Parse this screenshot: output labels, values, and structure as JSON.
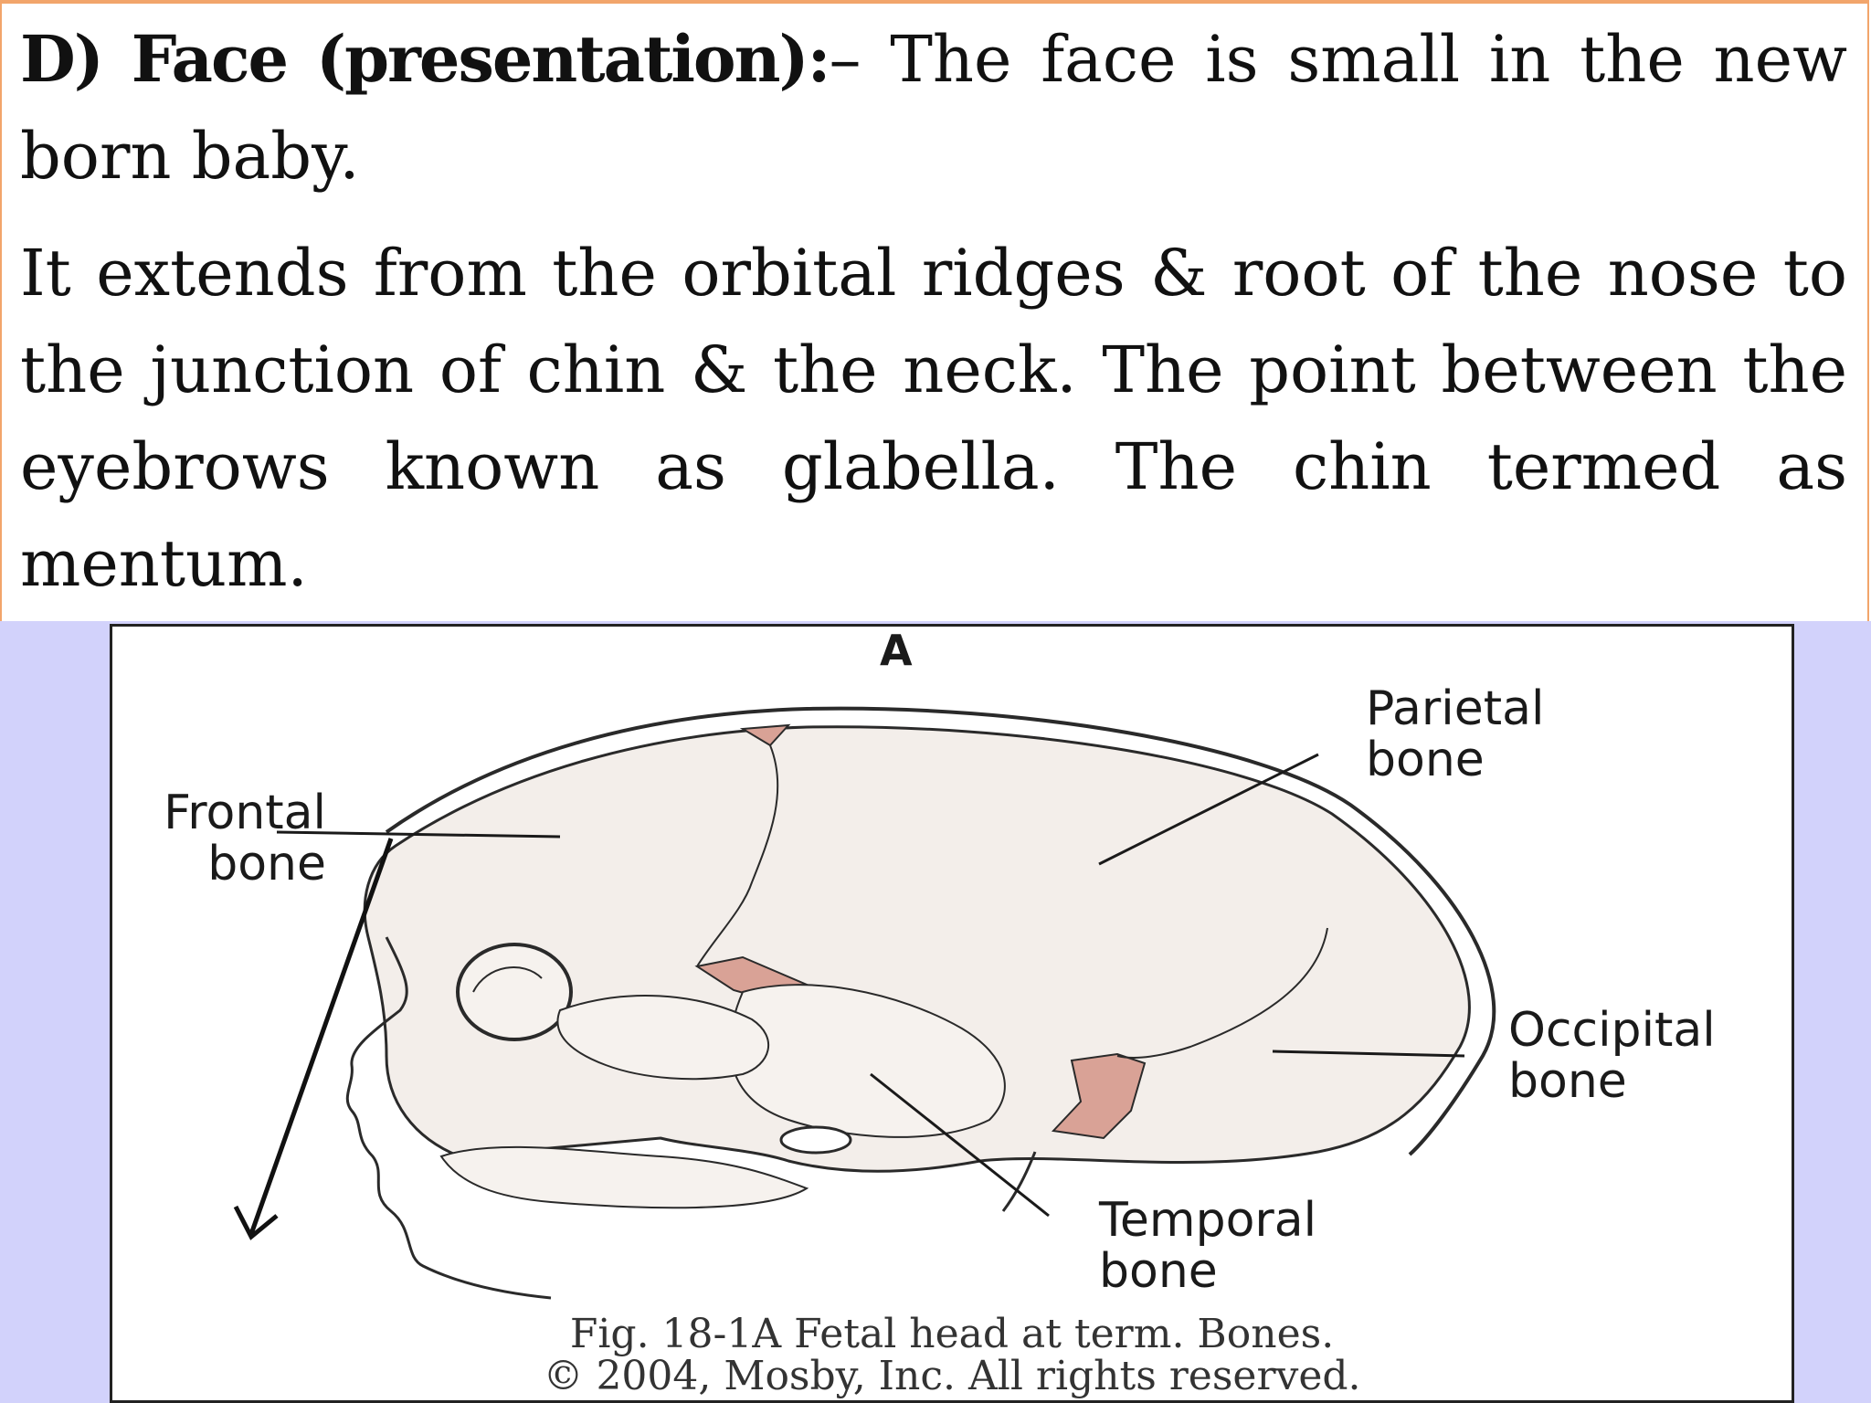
{
  "slide": {
    "heading_bold": "D) Face (presentation):",
    "heading_rest": "– The face is small in the new born baby.",
    "paragraph_2": "It extends from the orbital ridges & root of the nose to the junction of chin & the neck. The point between the eyebrows known as glabella. The chin termed as mentum."
  },
  "figure": {
    "panel_letter": "A",
    "labels": {
      "parietal": "Parietal\nbone",
      "frontal": "Frontal\nbone",
      "occipital": "Occipital\nbone",
      "temporal": "Temporal\nbone"
    },
    "caption_line1": "Fig. 18-1A Fetal head at term. Bones.",
    "caption_line2": "© 2004, Mosby, Inc. All rights reserved."
  },
  "colors": {
    "panel_border": "#f2a56b",
    "figure_background": "#d2d2fb",
    "bone_fill": "#f3eeea",
    "fontanelle_fill": "#d9a296"
  }
}
